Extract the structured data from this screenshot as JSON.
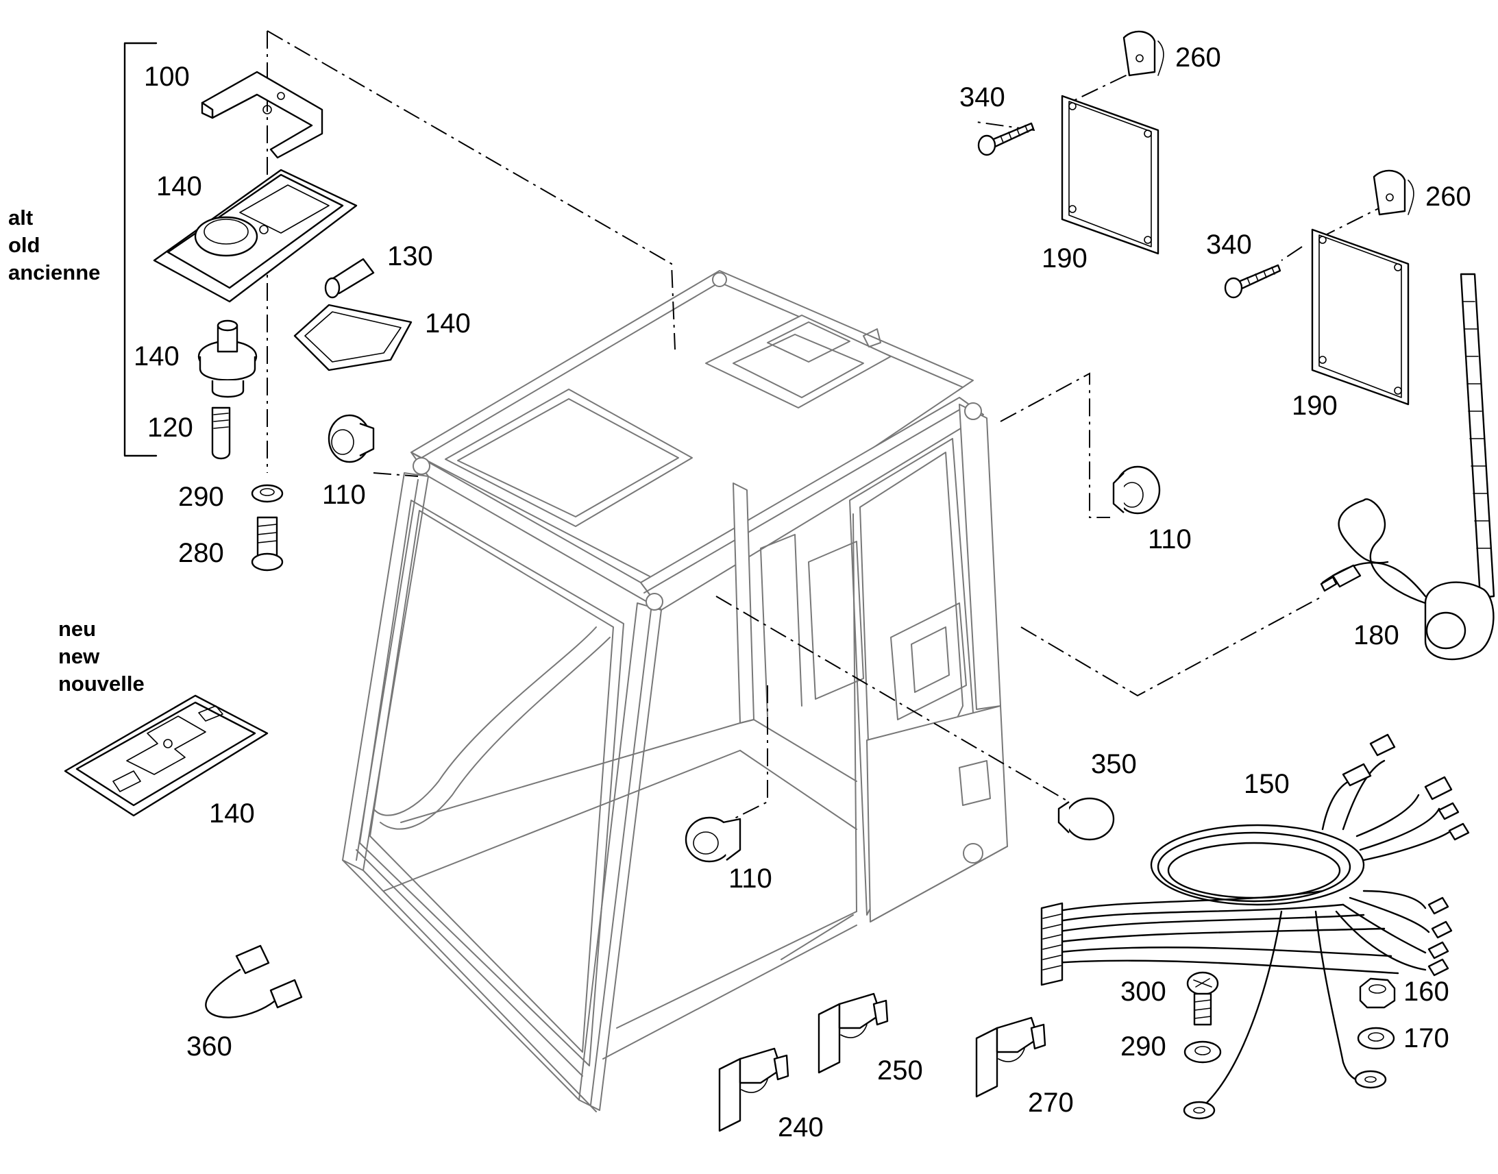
{
  "notes": {
    "old": [
      "alt",
      "old",
      "ancienne"
    ],
    "new": [
      "neu",
      "new",
      "nouvelle"
    ]
  },
  "labels": [
    {
      "id": "p100",
      "text": "100"
    },
    {
      "id": "p140a",
      "text": "140"
    },
    {
      "id": "p130",
      "text": "130"
    },
    {
      "id": "p140b",
      "text": "140"
    },
    {
      "id": "p140c",
      "text": "140"
    },
    {
      "id": "p120",
      "text": "120"
    },
    {
      "id": "p290a",
      "text": "290"
    },
    {
      "id": "p280",
      "text": "280"
    },
    {
      "id": "p110a",
      "text": "110"
    },
    {
      "id": "p140d",
      "text": "140"
    },
    {
      "id": "p360",
      "text": "360"
    },
    {
      "id": "p110b",
      "text": "110"
    },
    {
      "id": "p240",
      "text": "240"
    },
    {
      "id": "p250",
      "text": "250"
    },
    {
      "id": "p270",
      "text": "270"
    },
    {
      "id": "p340a",
      "text": "340"
    },
    {
      "id": "p260a",
      "text": "260"
    },
    {
      "id": "p190a",
      "text": "190"
    },
    {
      "id": "p340b",
      "text": "340"
    },
    {
      "id": "p260b",
      "text": "260"
    },
    {
      "id": "p190b",
      "text": "190"
    },
    {
      "id": "p110c",
      "text": "110"
    },
    {
      "id": "p180",
      "text": "180"
    },
    {
      "id": "p350",
      "text": "350"
    },
    {
      "id": "p150",
      "text": "150"
    },
    {
      "id": "p300",
      "text": "300"
    },
    {
      "id": "p290b",
      "text": "290"
    },
    {
      "id": "p160",
      "text": "160"
    },
    {
      "id": "p170",
      "text": "170"
    }
  ]
}
